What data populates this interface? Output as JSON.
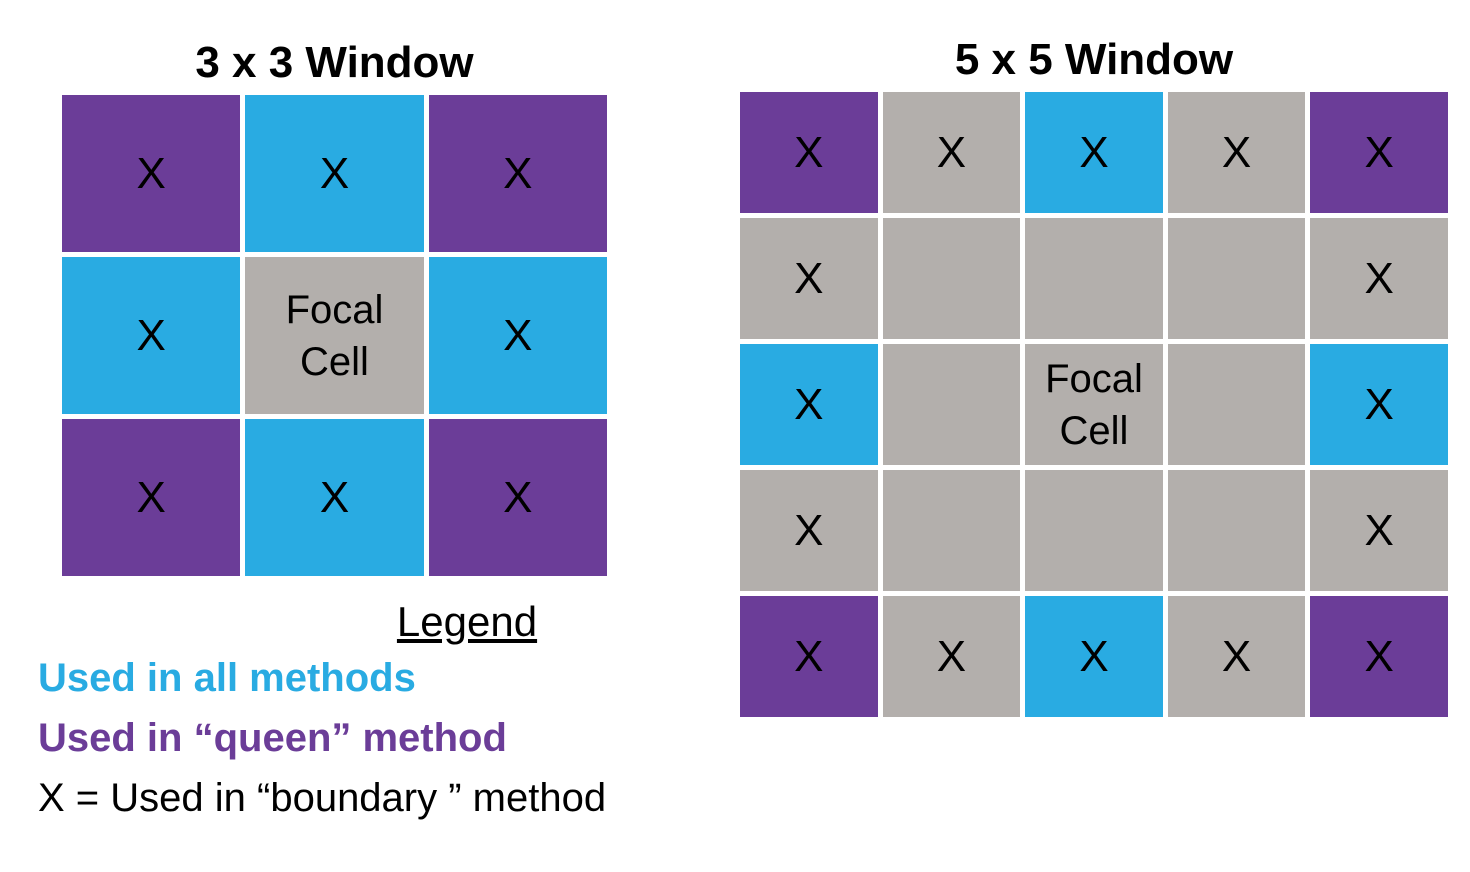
{
  "colors": {
    "all": "#29ABE2",
    "queen": "#6B3D98",
    "neutral": "#B3AFAC",
    "ink": "#000000",
    "background": "#FFFFFF"
  },
  "windows": [
    {
      "title": "3 x 3 Window",
      "size": 3,
      "cells": [
        {
          "type": "queen",
          "label": "X"
        },
        {
          "type": "all",
          "label": "X"
        },
        {
          "type": "queen",
          "label": "X"
        },
        {
          "type": "all",
          "label": "X"
        },
        {
          "type": "focal",
          "label": "Focal\nCell"
        },
        {
          "type": "all",
          "label": "X"
        },
        {
          "type": "queen",
          "label": "X"
        },
        {
          "type": "all",
          "label": "X"
        },
        {
          "type": "queen",
          "label": "X"
        }
      ]
    },
    {
      "title": "5 x 5 Window",
      "size": 5,
      "cells": [
        {
          "type": "queen",
          "label": "X"
        },
        {
          "type": "neutral",
          "label": "X"
        },
        {
          "type": "all",
          "label": "X"
        },
        {
          "type": "neutral",
          "label": "X"
        },
        {
          "type": "queen",
          "label": "X"
        },
        {
          "type": "neutral",
          "label": "X"
        },
        {
          "type": "neutral",
          "label": ""
        },
        {
          "type": "neutral",
          "label": ""
        },
        {
          "type": "neutral",
          "label": ""
        },
        {
          "type": "neutral",
          "label": "X"
        },
        {
          "type": "all",
          "label": "X"
        },
        {
          "type": "neutral",
          "label": ""
        },
        {
          "type": "focal",
          "label": "Focal\nCell"
        },
        {
          "type": "neutral",
          "label": ""
        },
        {
          "type": "all",
          "label": "X"
        },
        {
          "type": "neutral",
          "label": "X"
        },
        {
          "type": "neutral",
          "label": ""
        },
        {
          "type": "neutral",
          "label": ""
        },
        {
          "type": "neutral",
          "label": ""
        },
        {
          "type": "neutral",
          "label": "X"
        },
        {
          "type": "queen",
          "label": "X"
        },
        {
          "type": "neutral",
          "label": "X"
        },
        {
          "type": "all",
          "label": "X"
        },
        {
          "type": "neutral",
          "label": "X"
        },
        {
          "type": "queen",
          "label": "X"
        }
      ]
    }
  ],
  "legend": {
    "title": "Legend",
    "items": [
      {
        "id": "all-methods",
        "label": "Used in all methods",
        "color": "all"
      },
      {
        "id": "queen-method",
        "label": "Used in “queen” method",
        "color": "queen"
      },
      {
        "id": "boundary-method",
        "label": "X = Used in “boundary ” method",
        "color": "ink"
      }
    ]
  }
}
